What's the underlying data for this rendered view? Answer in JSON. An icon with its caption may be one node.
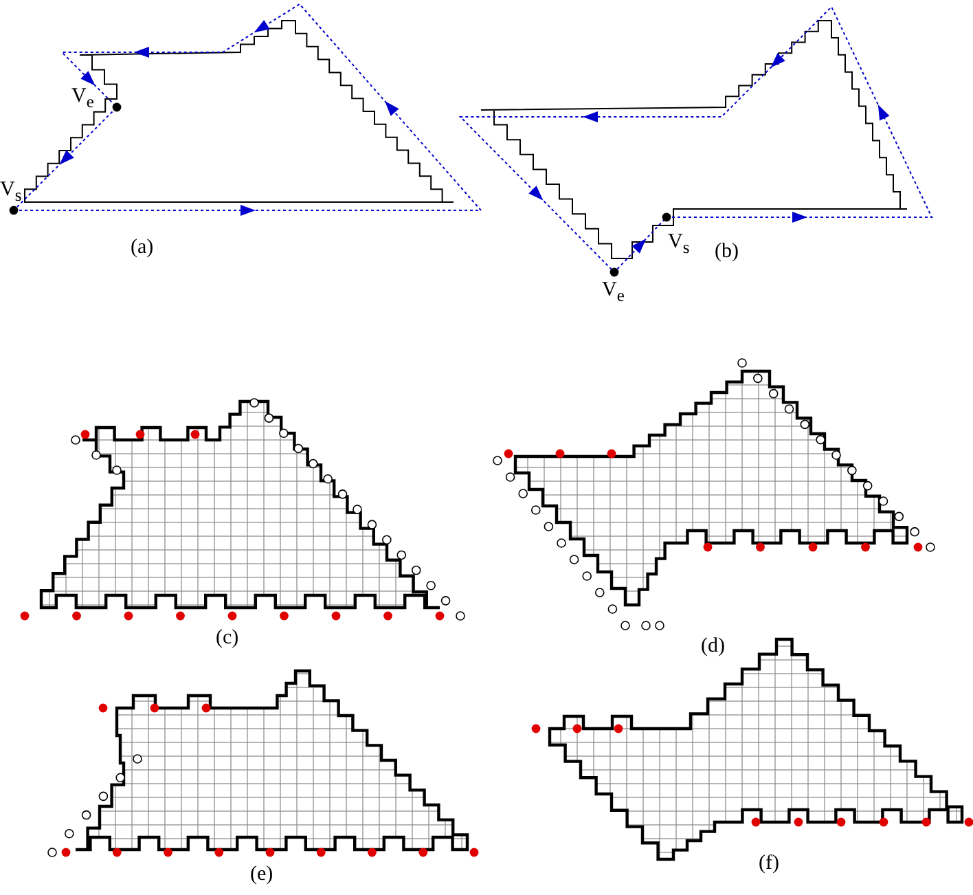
{
  "diagram": {
    "labels": [
      "V$_{e}$",
      "V$_{s}$",
      "(a)",
      "V$_{s}$",
      "(b)",
      "V$_{e}$",
      "(c)",
      "(d)",
      "(e)",
      "(f)"
    ]
  }
}
